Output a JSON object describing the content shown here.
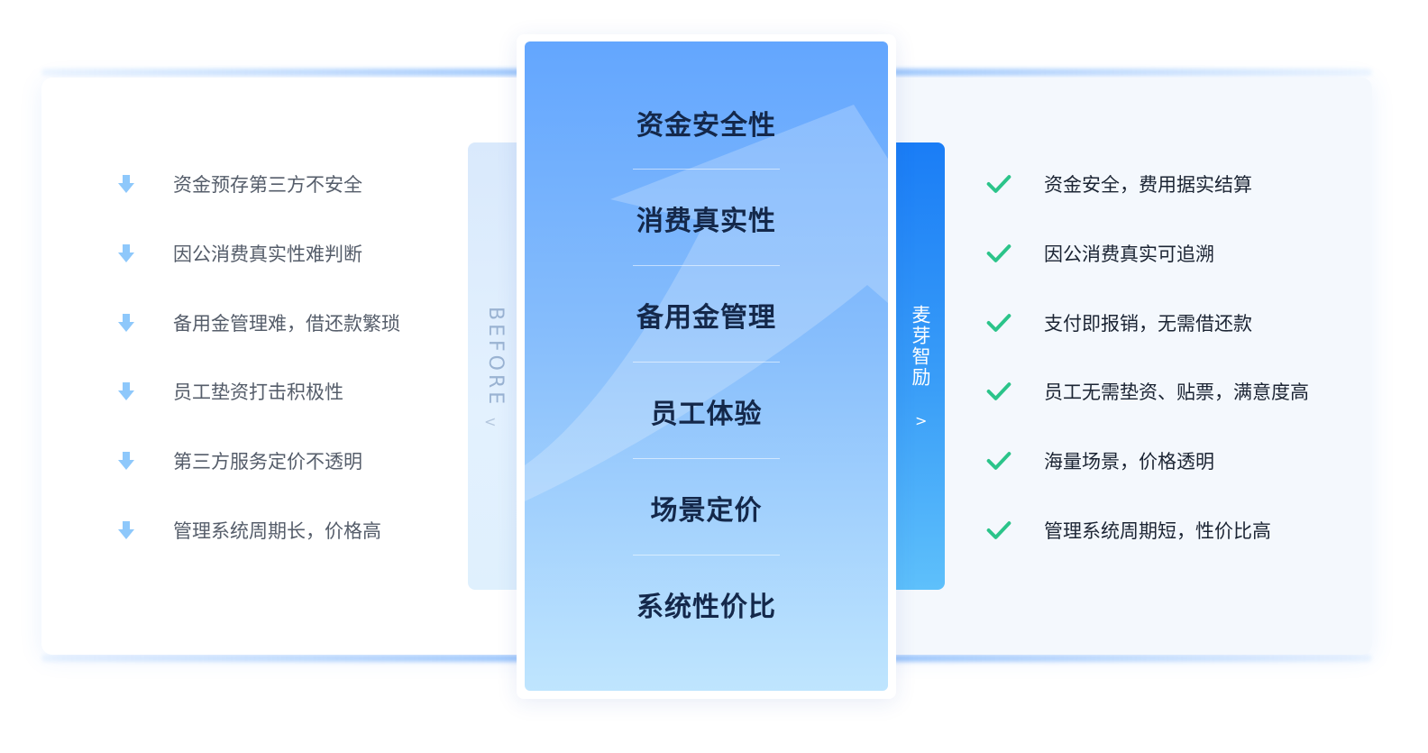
{
  "colors": {
    "accent_blue": "#1a7df6",
    "check_green": "#2bc48a",
    "arrow_blue": "#8ec8fb",
    "center_text": "#14284a"
  },
  "center": {
    "items": [
      "资金安全性",
      "消费真实性",
      "备用金管理",
      "员工体验",
      "场景定价",
      "系统性价比"
    ]
  },
  "before": {
    "label": "BEFORE",
    "chevron": "<",
    "icon": "arrow-down-icon",
    "items": [
      "资金预存第三方不安全",
      "因公消费真实性难判断",
      "备用金管理难，借还款繁琐",
      "员工垫资打击积极性",
      "第三方服务定价不透明",
      "管理系统周期长，价格高"
    ]
  },
  "after": {
    "label": "麦芽智励",
    "chevron": ">",
    "icon": "check-icon",
    "items": [
      "资金安全，费用据实结算",
      "因公消费真实可追溯",
      "支付即报销，无需借还款",
      "员工无需垫资、贴票，满意度高",
      "海量场景，价格透明",
      "管理系统周期短，性价比高"
    ]
  }
}
